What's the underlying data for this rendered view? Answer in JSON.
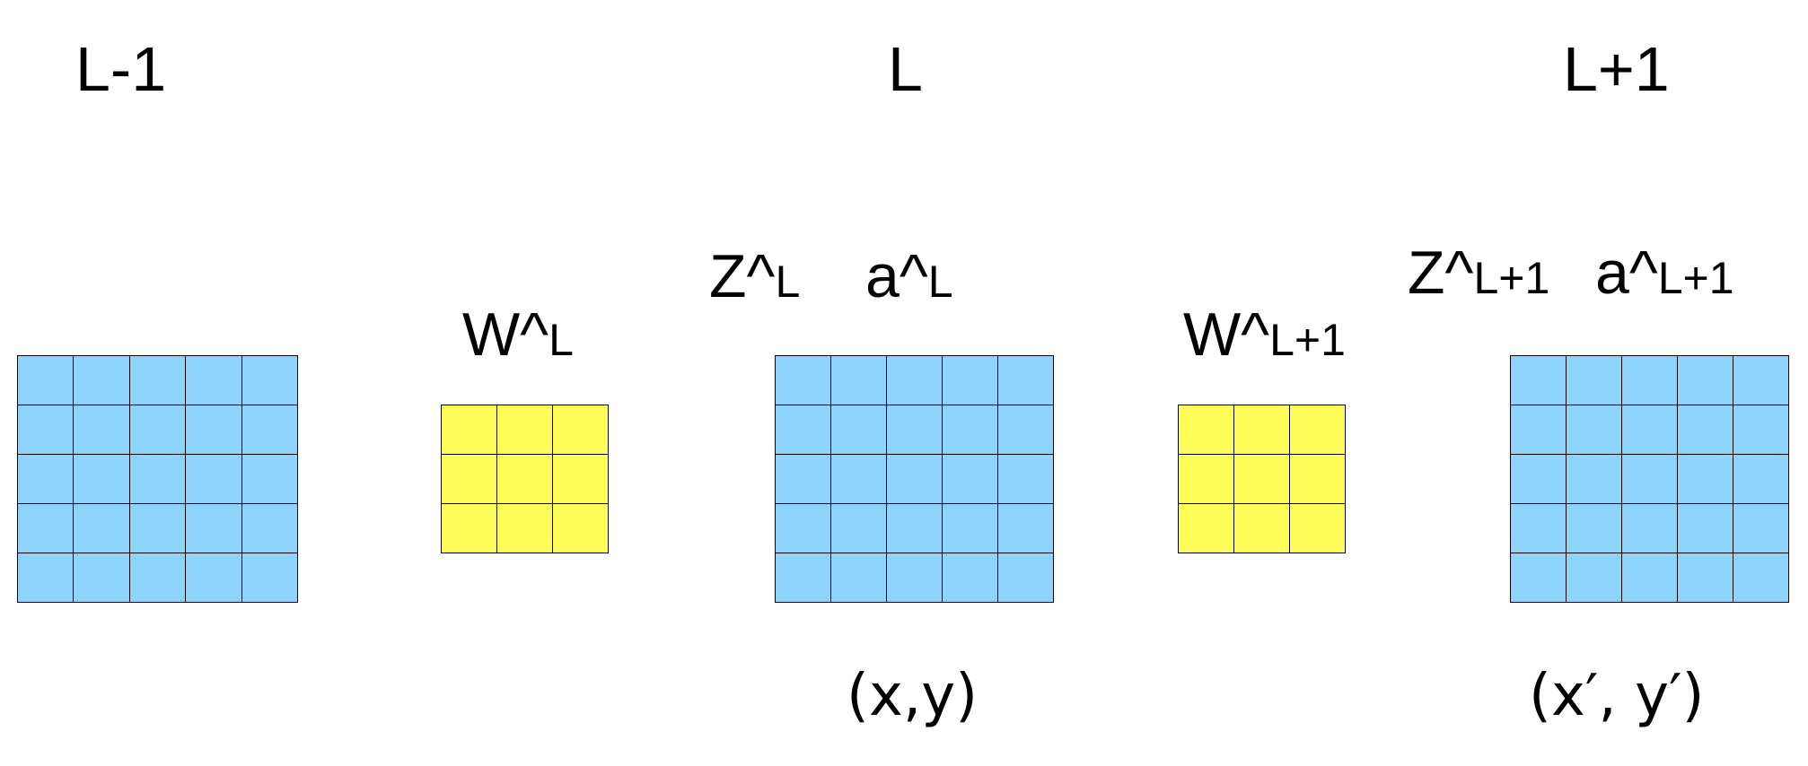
{
  "layers": {
    "prev": {
      "title": "L-1"
    },
    "curr": {
      "title": "L"
    },
    "next": {
      "title": "L+1"
    }
  },
  "symbols": {
    "w_l": {
      "base": "W^",
      "sub": "L"
    },
    "z_l": {
      "base": "Z^",
      "sub": "L"
    },
    "a_l": {
      "base": "a^",
      "sub": "L"
    },
    "w_l1": {
      "base": "W^",
      "sub": "L+1"
    },
    "z_l1": {
      "base": "Z^",
      "sub": "L+1"
    },
    "a_l1": {
      "base": "a^",
      "sub": "L+1"
    }
  },
  "coords": {
    "curr": "(x,y)",
    "next": "(x′, y′)"
  },
  "colors": {
    "feature_map": "#8DD3FB",
    "kernel": "#FFFD5A",
    "grid_line": "#000000"
  },
  "grids": {
    "feature_map": {
      "rows": 5,
      "cols": 5
    },
    "kernel": {
      "rows": 3,
      "cols": 3
    }
  }
}
